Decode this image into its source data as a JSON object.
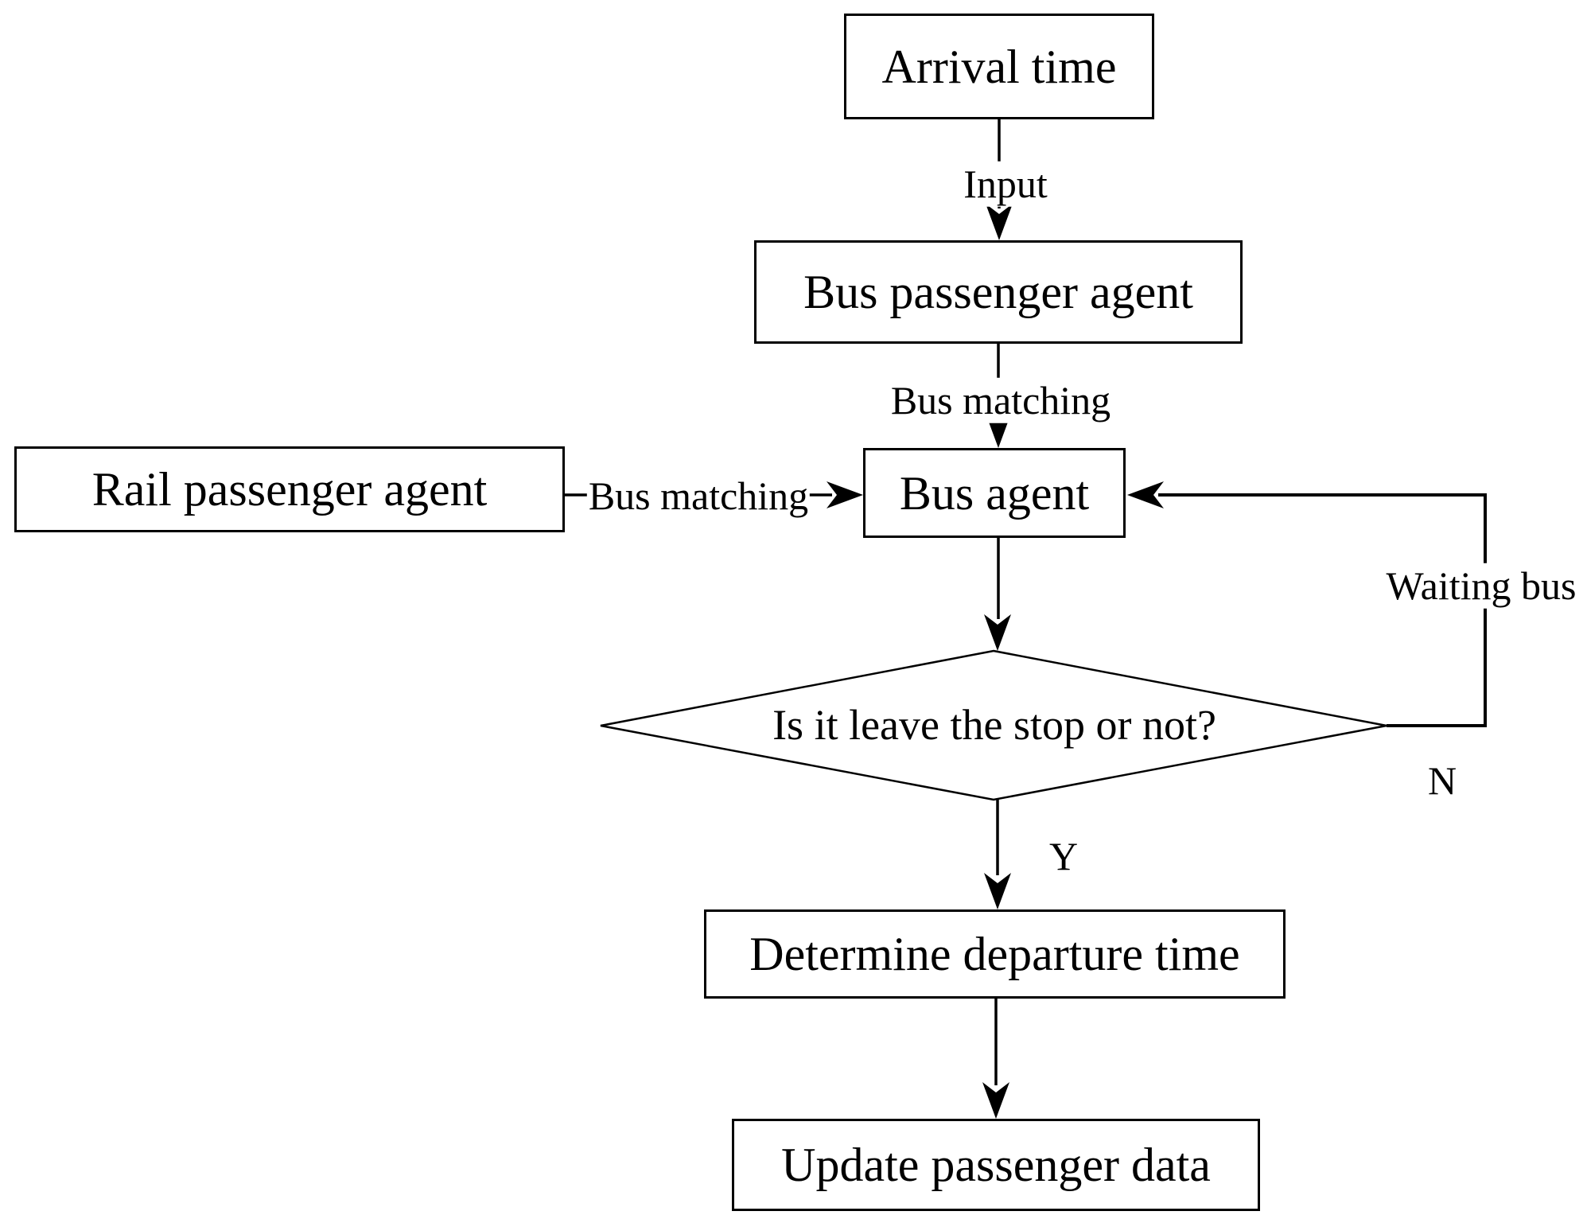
{
  "diagram": {
    "type": "flowchart",
    "background_color": "#ffffff",
    "stroke_color": "#000000",
    "text_color": "#000000",
    "nodes": {
      "arrival": {
        "label": "Arrival time",
        "shape": "rectangle"
      },
      "bus_passenger": {
        "label": "Bus passenger agent",
        "shape": "rectangle"
      },
      "rail_passenger": {
        "label": "Rail passenger agent",
        "shape": "rectangle"
      },
      "bus_agent": {
        "label": "Bus agent",
        "shape": "rectangle"
      },
      "decision": {
        "label": "Is it leave the stop or not?",
        "shape": "diamond"
      },
      "determine": {
        "label": "Determine departure time",
        "shape": "rectangle"
      },
      "update": {
        "label": "Update passenger data",
        "shape": "rectangle"
      }
    },
    "edge_labels": {
      "input": "Input",
      "bus_matching_top": "Bus matching",
      "bus_matching_left": "Bus matching",
      "waiting_bus": "Waiting bus",
      "no": "N",
      "yes": "Y"
    },
    "edges": [
      {
        "from": "arrival",
        "to": "bus_passenger",
        "label": "Input"
      },
      {
        "from": "bus_passenger",
        "to": "bus_agent",
        "label": "Bus matching"
      },
      {
        "from": "rail_passenger",
        "to": "bus_agent",
        "label": "Bus matching"
      },
      {
        "from": "bus_agent",
        "to": "decision",
        "label": ""
      },
      {
        "from": "decision",
        "to": "determine",
        "label": "Y"
      },
      {
        "from": "decision",
        "to": "bus_agent",
        "label": "N, Waiting bus"
      },
      {
        "from": "determine",
        "to": "update",
        "label": ""
      }
    ]
  }
}
